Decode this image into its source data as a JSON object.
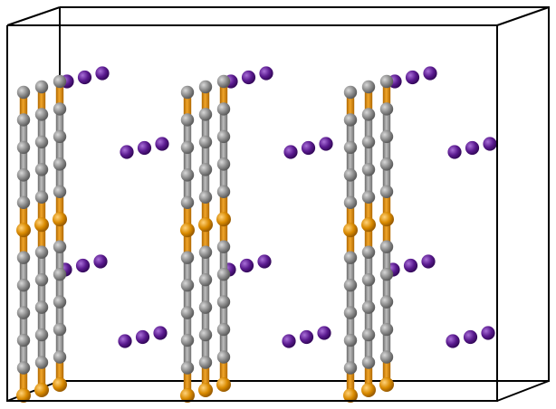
{
  "structure": {
    "chain_groups": 3,
    "chains_per_group": 3,
    "chain_segment_pattern": [
      "metal",
      "carbon",
      "carbon",
      "carbon",
      "metal",
      "metal",
      "carbon",
      "carbon",
      "carbon",
      "carbon",
      "metal"
    ],
    "iodine_clusters_per_group": 4,
    "atoms_per_cluster": 3
  },
  "colors": {
    "background": "#ffffff",
    "cell_edge": "#000000",
    "carbon": "#8c8c8c",
    "metal": "#d98a00",
    "iodine": "#5a1a8f"
  }
}
